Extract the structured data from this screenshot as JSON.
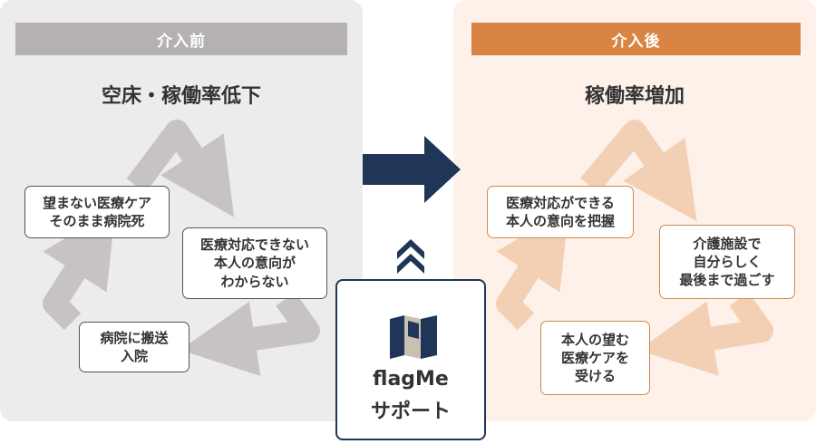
{
  "before": {
    "header": "介入前",
    "title": "空床・稼働率低下",
    "steps": [
      "望まない医療ケア\nそのまま病院死",
      "医療対応できない\n本人の意向が\nわからない",
      "病院に搬送\n入院"
    ]
  },
  "after": {
    "header": "介入後",
    "title": "稼働率増加",
    "steps": [
      "医療対応ができる\n本人の意向を把握",
      "介護施設で\n自分らしく\n最後まで過ごす",
      "本人の望む\n医療ケアを\n受ける"
    ]
  },
  "support": {
    "name": "flagMe",
    "label": "サポート",
    "icon": "folded-map-icon"
  },
  "colors": {
    "before_accent": "#b5b1b1",
    "after_accent": "#da8443",
    "navy": "#1f3658"
  }
}
